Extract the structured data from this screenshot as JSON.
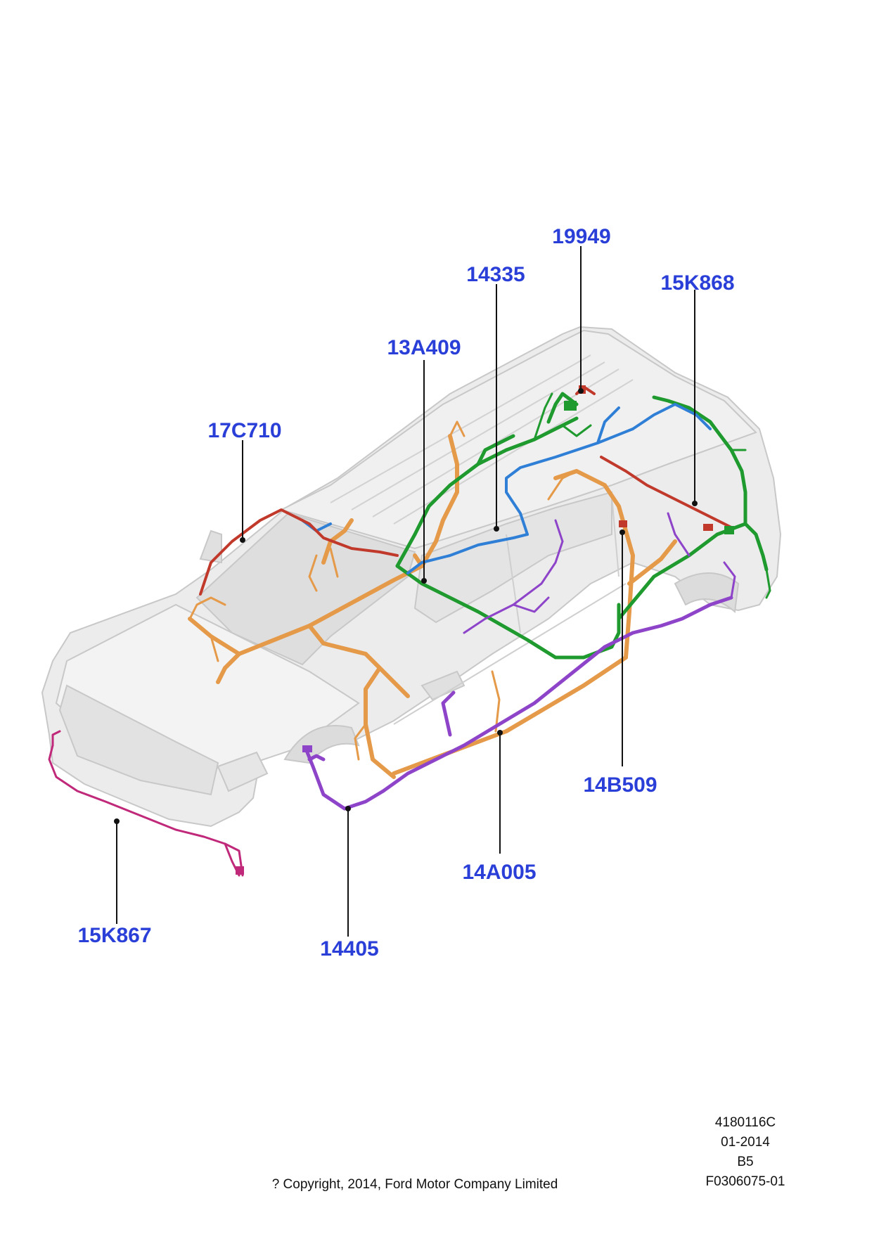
{
  "callouts": [
    {
      "id": "19949",
      "text": "19949"
    },
    {
      "id": "14335",
      "text": "14335"
    },
    {
      "id": "15K868",
      "text": "15K868"
    },
    {
      "id": "13A409",
      "text": "13A409"
    },
    {
      "id": "17C710",
      "text": "17C710"
    },
    {
      "id": "14B509",
      "text": "14B509"
    },
    {
      "id": "14A005",
      "text": "14A005"
    },
    {
      "id": "15K867",
      "text": "15K867"
    },
    {
      "id": "14405",
      "text": "14405"
    }
  ],
  "meta": {
    "line1": "4180116C",
    "line2": "01-2014",
    "line3": "B5",
    "line4": "F0306075-01"
  },
  "copyright": "? Copyright, 2014, Ford Motor Company Limited",
  "colors": {
    "label_blue": "#2a3fd8",
    "harness_orange": "#e59a4a",
    "harness_green": "#1f9a2e",
    "harness_blue": "#2f7fd6",
    "harness_red": "#c0392b",
    "harness_purple": "#8e44c9",
    "harness_magenta": "#c0287a",
    "body_gray": "#ebebeb"
  }
}
